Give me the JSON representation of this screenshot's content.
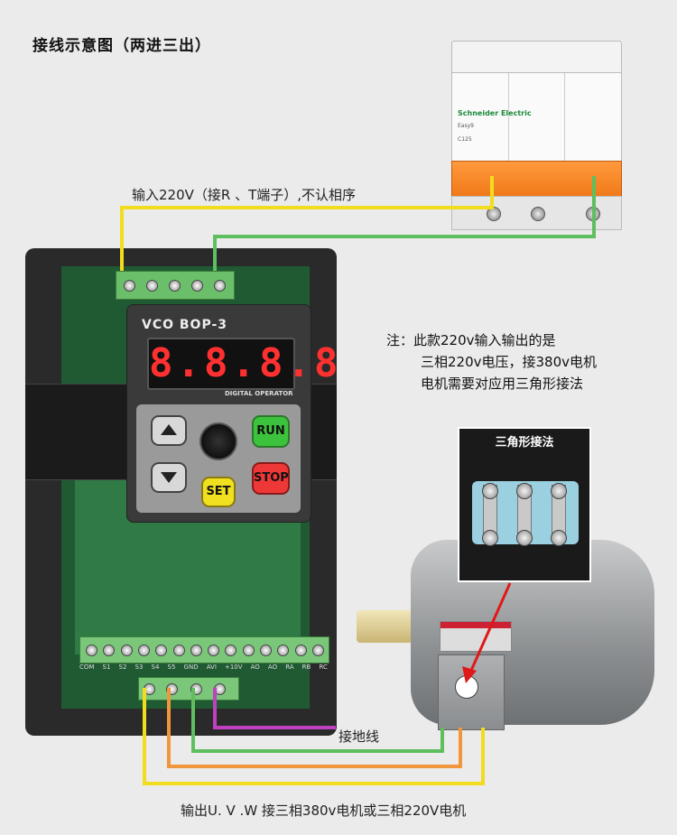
{
  "title": "接线示意图（两进三出）",
  "input_label": "输入220V（接R 、T端子）,不认相序",
  "note": {
    "line1": "注：此款220v输入输出的是",
    "line2": "三相220v电压，接380v电机",
    "line3": "电机需要对应用三角形接法"
  },
  "delta_inset_title": "三角形接法",
  "ground_label": "接地线",
  "output_label": "输出U. V .W 接三相380v电机或三相220V电机",
  "breaker": {
    "brand": "Schneider Electric",
    "model": "Easy9",
    "rating": "C125"
  },
  "inverter": {
    "panel_model": "VCO BOP-3",
    "display": "8.8.8.8",
    "panel_subtitle": "DIGITAL OPERATOR",
    "keys": {
      "run": "RUN",
      "stop": "STOP",
      "set": "SET"
    },
    "terminal_labels": [
      "COM",
      "S1",
      "S2",
      "S3",
      "S4",
      "S5",
      "GND",
      "AVI",
      "+10V",
      "AO",
      "AO",
      "RA",
      "RB",
      "RC"
    ]
  },
  "colors": {
    "yellow_wire": "#f2dc1e",
    "green_wire": "#5fbf5f",
    "orange_wire": "#f0963c",
    "magenta_wire": "#c040c0",
    "arrow": "#e01818"
  }
}
